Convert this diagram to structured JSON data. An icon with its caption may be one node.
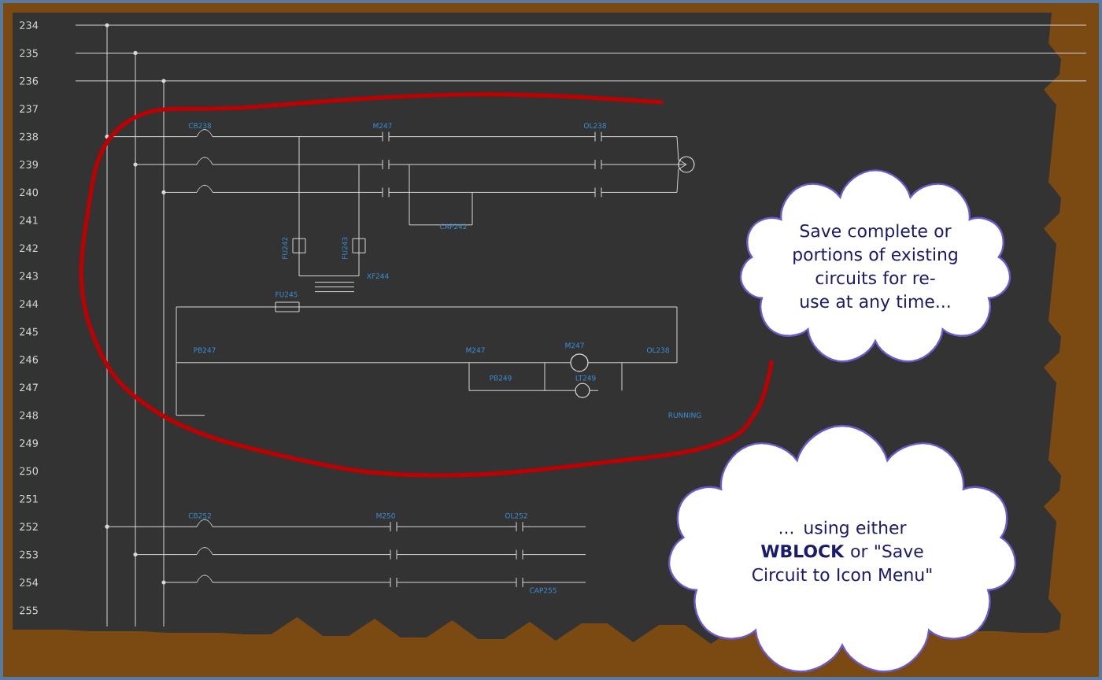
{
  "diagram": {
    "nodes": [
      {
        "text": [
          "Save complete or portions of existing circuits for re-use at any time..."
        ]
      },
      {
        "text": [
          "... using either **WBLOCK** or \"Save Circuit to Icon Menu\""
        ]
      }
    ],
    "labels": [
      "234",
      "235",
      "236",
      "237",
      "238",
      "239",
      "240",
      "241",
      "242",
      "243",
      "244",
      "245",
      "246",
      "247",
      "248",
      "249",
      "250",
      "251",
      "252",
      "253",
      "254",
      "255",
      "CB238",
      "M247",
      "OL238",
      "CAP242",
      "FU242",
      "FU243",
      "XF244",
      "FU245",
      "PB247",
      "M247",
      "M247",
      "OL238",
      "PB249",
      "LT249",
      "RUNNING",
      "CB252",
      "M250",
      "OL252",
      "CAP255"
    ]
  }
}
